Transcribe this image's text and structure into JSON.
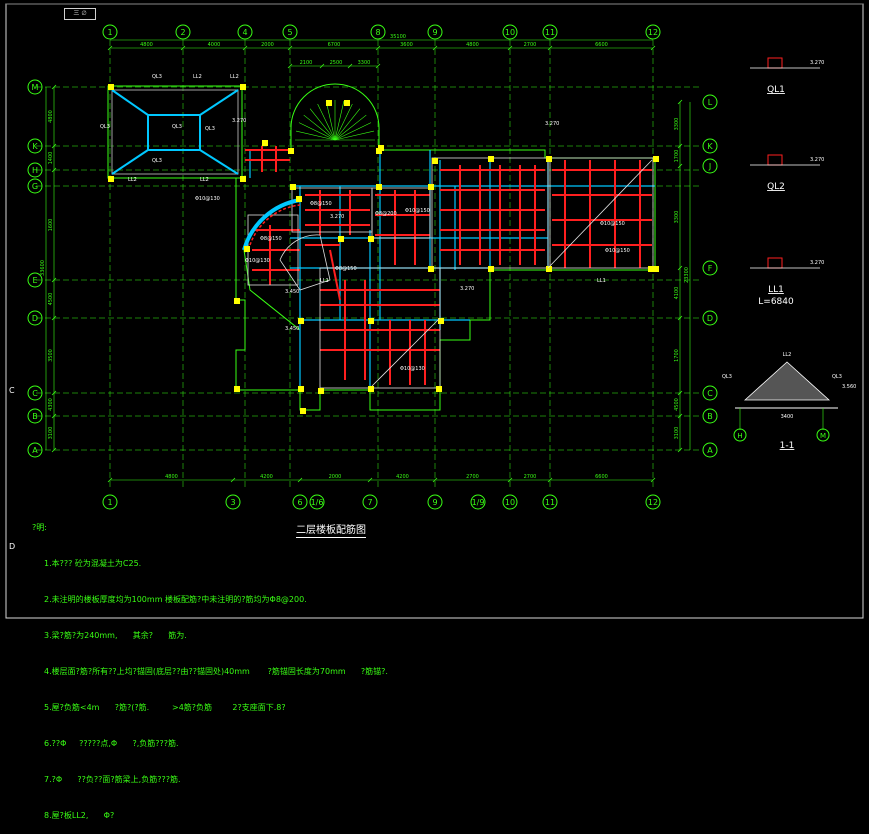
{
  "drawing": {
    "title": "二层楼板配筋图",
    "tab_label": "三 ∅",
    "edge_marks": [
      "C",
      "D"
    ]
  },
  "grid": {
    "top_labels": [
      "1",
      "2",
      "4",
      "5",
      "8",
      "9",
      "10",
      "11",
      "12"
    ],
    "bottom_labels": [
      "1",
      "3",
      "6",
      "1/6",
      "7",
      "9",
      "1/9",
      "10",
      "11",
      "12"
    ],
    "left_labels": [
      "M",
      "K",
      "H",
      "G",
      "E",
      "D",
      "C",
      "B",
      "A"
    ],
    "right_labels": [
      "L",
      "K",
      "J",
      "F",
      "D",
      "C",
      "B",
      "A"
    ],
    "top_dims": [
      "4800",
      "4000",
      "2000",
      "6700",
      "3600",
      "4800",
      "2700",
      "6600"
    ],
    "top_total": "35100",
    "top_sub_dims": [
      "2100",
      "2500",
      "3300"
    ],
    "bottom_dims": [
      "4800",
      "4200",
      "2000",
      "4200",
      "2700",
      "2700",
      "6600"
    ],
    "left_dims": [
      "4800",
      "1400",
      "1600",
      "4500",
      "3500",
      "4300",
      "3100"
    ],
    "left_total": "33600",
    "right_dims": [
      "3300",
      "1700",
      "3300",
      "4100",
      "1700",
      "4500",
      "3100"
    ],
    "right_total": "23300"
  },
  "labels": {
    "beams": [
      "QL3",
      "QL3",
      "QL3",
      "QL3",
      "QL3",
      "LL2",
      "LL2",
      "LL2",
      "LL2",
      "LL1",
      "LL1"
    ],
    "slab_marks": [
      "Φ8@150",
      "Φ8@200",
      "Φ10@150",
      "Φ10@130",
      "Φ8@150",
      "Φ10@130",
      "Φ8@150",
      "Φ10@150",
      "Φ10@150",
      "Φ10@130"
    ],
    "levels": [
      "3.270",
      "3.450",
      "3.450",
      "3.270",
      "3.270",
      "3.270"
    ]
  },
  "details": {
    "ql1": {
      "title": "QL1",
      "level": "3.270"
    },
    "ql2": {
      "title": "QL2",
      "level": "3.270"
    },
    "ll1": {
      "title": "LL1",
      "subtitle": "L=6840",
      "level": "3.270"
    },
    "section": {
      "title": "1-1",
      "label_top": "LL2",
      "label_left": "QL3",
      "label_right": "QL3",
      "level": "3.560",
      "dim_bottom": "3400",
      "axis_left": "H",
      "axis_right": "M"
    }
  },
  "notes": [
    "?明:",
    "1.本??? 砼为混凝土为C25.",
    "2.未注明的楼板厚度均为100mm 楼板配筋?中未注明的?筋均为Φ8@200.",
    "3.梁?筋?为240mm,      其余?      筋为.",
    "4.楼层面?筋?所有??上均?锚固(底层??由??锚固处)40mm       ?筋锚固长度为70mm      ?筋锚?.",
    "5.屋?负筋<4m      ?筋?(?筋.         >4筋?负筋        2?支座面下.8?",
    "6.??Φ     ?????点,Φ      ?,负筋???筋.",
    "7.?Φ      ??负??面?筋梁上,负筋???筋.",
    "8.屋?板LL2,      Φ?"
  ],
  "colors": {
    "background": "#000000",
    "axis": "#39ff14",
    "rebar": "#ff1f1f",
    "beam": "#00c8ff",
    "column": "#ffff00",
    "text": "#ffffff"
  }
}
